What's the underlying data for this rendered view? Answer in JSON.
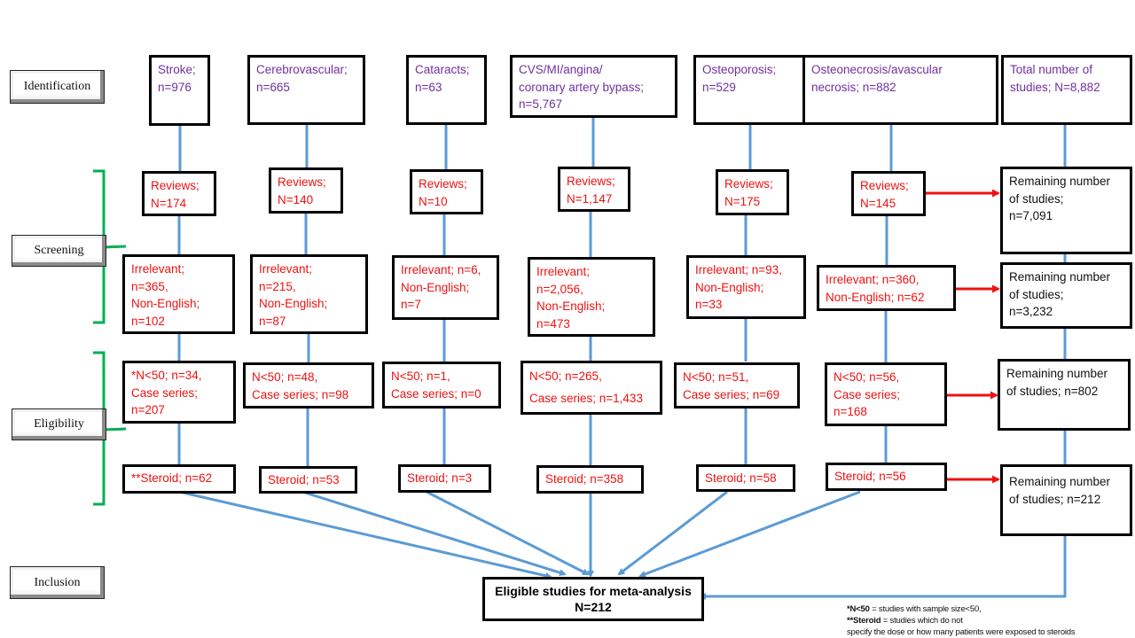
{
  "stages": {
    "identification": "Identification",
    "screening": "Screening",
    "eligibility": "Eligibility",
    "inclusion": "Inclusion"
  },
  "columns": [
    {
      "condition": [
        "Stroke;",
        "n=976"
      ],
      "reviews": [
        "Reviews;",
        "N=174"
      ],
      "screening_excluded": [
        "Irrelevant;",
        "n=365,",
        "Non-English;",
        "n=102"
      ],
      "eligibility_excluded": [
        "*N<50; n=34,",
        "Case series;",
        "n=207"
      ],
      "steroid": "**Steroid; n=62"
    },
    {
      "condition": [
        "Cerebrovascular;",
        "n=665"
      ],
      "reviews": [
        "Reviews;",
        "N=140"
      ],
      "screening_excluded": [
        "Irrelevant;",
        "n=215,",
        "Non-English;",
        "n=87"
      ],
      "eligibility_excluded": [
        "N<50; n=48,",
        "Case series; n=98"
      ],
      "steroid": "Steroid; n=53"
    },
    {
      "condition": [
        "Cataracts;",
        "n=63"
      ],
      "reviews": [
        "Reviews;",
        "N=10"
      ],
      "screening_excluded": [
        "Irrelevant; n=6,",
        "Non-English;",
        "n=7"
      ],
      "eligibility_excluded": [
        "N<50; n=1,",
        "Case series; n=0"
      ],
      "steroid": "Steroid; n=3"
    },
    {
      "condition": [
        "CVS/MI/angina/",
        "coronary artery bypass;",
        "n=5,767"
      ],
      "reviews": [
        "Reviews;",
        "N=1,147"
      ],
      "screening_excluded": [
        "Irrelevant;",
        "n=2,056,",
        "Non-English;",
        "n=473"
      ],
      "eligibility_excluded": [
        "N<50; n=265,",
        "Case series; n=1,433"
      ],
      "steroid": "Steroid; n=358"
    },
    {
      "condition": [
        "Osteoporosis;",
        "n=529"
      ],
      "reviews": [
        "Reviews;",
        "N=175"
      ],
      "screening_excluded": [
        "Irrelevant; n=93,",
        "Non-English;",
        "n=33"
      ],
      "eligibility_excluded": [
        "N<50; n=51,",
        "Case series; n=69"
      ],
      "steroid": "Steroid; n=58"
    },
    {
      "condition": [
        "Osteonecrosis/avascular",
        "necrosis; n=882"
      ],
      "reviews": [
        "Reviews;",
        "N=145"
      ],
      "screening_excluded": [
        "Irrelevant; n=360,",
        "Non-English; n=62"
      ],
      "eligibility_excluded": [
        "N<50; n=56,",
        "Case series;",
        "n=168"
      ],
      "steroid": "Steroid; n=56"
    }
  ],
  "totals": {
    "total": [
      "Total number  of",
      "studies; N=8,882"
    ],
    "remaining_after_reviews": [
      "Remaining number",
      "of studies;",
      "n=7,091"
    ],
    "remaining_after_screening": [
      "Remaining number",
      "of studies;",
      "n=3,232"
    ],
    "remaining_after_eligibility": [
      "Remaining number",
      "of studies; n=802"
    ],
    "remaining_after_steroid": [
      "Remaining number",
      "of studies; n=212"
    ]
  },
  "final": {
    "line1": "Eligible studies for meta-analysis",
    "line2": "N=212"
  },
  "footnotes": {
    "n50_term": "*N<50",
    "n50_def": " = studies with sample size<50,",
    "steroid_term": "**Steroid",
    "steroid_def": " = studies which do not",
    "steroid_def2": " specify the dose or how many patients were exposed to steroids"
  },
  "colors": {
    "condition_text": "#7030a0",
    "exclusion_text": "#ee1111",
    "connector_blue": "#5b9bd5",
    "arrow_red": "#ee1111",
    "bracket_green": "#00b050"
  }
}
